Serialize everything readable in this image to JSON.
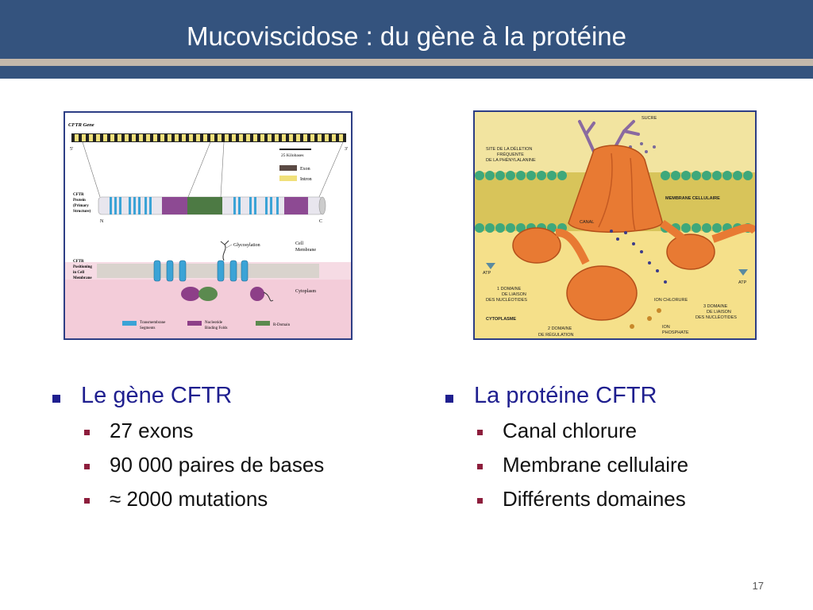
{
  "slide": {
    "title": "Mucoviscidose : du gène à la protéine",
    "page_number": "17"
  },
  "colors": {
    "header_blue": "#34537e",
    "header_stripe": "#c3b8ab",
    "bullet_blue": "#1f1f8f",
    "bullet_red": "#8d1e3c"
  },
  "left_figure": {
    "gene_label": "CFTR Gene",
    "five_prime": "5'",
    "three_prime": "3'",
    "scale_label": "25 Kilobases",
    "legend_exon": "Exon",
    "legend_intron": "Intron",
    "protein_label_1": "CFTR",
    "protein_label_2": "Protein",
    "protein_label_3": "(Primary",
    "protein_label_4": "Structure)",
    "n_terminus": "N",
    "c_terminus": "C",
    "position_label_1": "CFTR",
    "position_label_2": "Positioning",
    "position_label_3": "in Cell",
    "position_label_4": "Membrane",
    "glycosylation": "Glycosylation",
    "cell_membrane_1": "Cell",
    "cell_membrane_2": "Membrane",
    "cytoplasm": "Cytoplasm",
    "legend_tm_1": "Transmembrane",
    "legend_tm_2": "Segments",
    "legend_nbf_1": "Nucleotide",
    "legend_nbf_2": "Binding Folds",
    "legend_r": "R-Domain"
  },
  "right_figure": {
    "sucre": "SUCRE",
    "deletion_1": "SITE DE LA DÉLETION",
    "deletion_2": "FRÉQUENTE",
    "deletion_3": "DE LA PHÉNYLALANINE",
    "membrane": "MEMBRANE CELLULAIRE",
    "canal": "CANAL",
    "atp_left": "ATP",
    "atp_right": "ATP",
    "domain1_1": "1 DOMAINE",
    "domain1_2": "DE LIAISON",
    "domain1_3": "DES NUCLÉOTIDES",
    "ion_chlorure": "ION CHLORURE",
    "domain3_1": "3 DOMAINE",
    "domain3_2": "DE LIAISON",
    "domain3_3": "DES NUCLÉOTIDES",
    "cytoplasme": "CYTOPLASME",
    "domain2_1": "2 DOMAINE",
    "domain2_2": "DE RÉGULATION",
    "ion_phosphate_1": "ION",
    "ion_phosphate_2": "PHOSPHATE"
  },
  "left_list": {
    "heading": "Le gène CFTR",
    "items": [
      "27 exons",
      "90 000 paires de bases",
      "≈ 2000 mutations"
    ]
  },
  "right_list": {
    "heading": "La protéine CFTR",
    "items": [
      "Canal chlorure",
      "Membrane cellulaire",
      "Différents domaines"
    ]
  }
}
